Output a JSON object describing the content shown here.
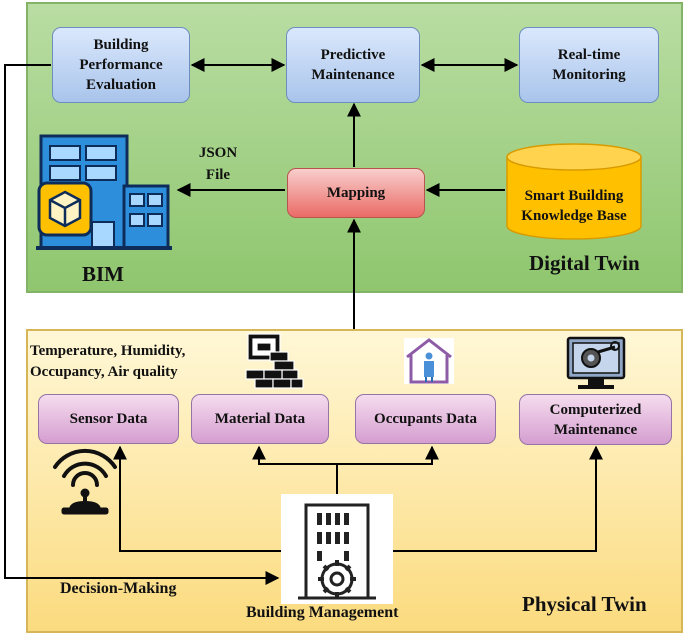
{
  "digital_twin": {
    "title": "Digital Twin",
    "building_performance": "Building\nPerformance\nEvaluation",
    "predictive_maintenance": "Predictive\nMaintenance",
    "realtime_monitoring": "Real-time\nMonitoring",
    "mapping": "Mapping",
    "knowledge_base": "Smart Building\nKnowledge Base",
    "json_file": "JSON\nFile",
    "bim": "BIM"
  },
  "physical_twin": {
    "title": "Physical Twin",
    "sensor_note": "Temperature, Humidity,\nOccupancy, Air quality",
    "sensor_data": "Sensor Data",
    "material_data": "Material Data",
    "occupants_data": "Occupants Data",
    "computerized_maintenance": "Computerized\nMaintenance",
    "building_management": "Building Management",
    "decision_making": "Decision-Making"
  },
  "colors": {
    "digital_fill": "#a5d18a",
    "physical_fill": "#fde9a8",
    "blue_node": "#dae8fc",
    "red_node": "#f8cecc",
    "pink_node": "#e6c0df",
    "cylinder": "#ffc000"
  },
  "icons": [
    "bim-building-icon",
    "bricks-icon",
    "house-person-icon",
    "computer-gear-icon",
    "wifi-sensor-icon",
    "building-gear-icon"
  ]
}
